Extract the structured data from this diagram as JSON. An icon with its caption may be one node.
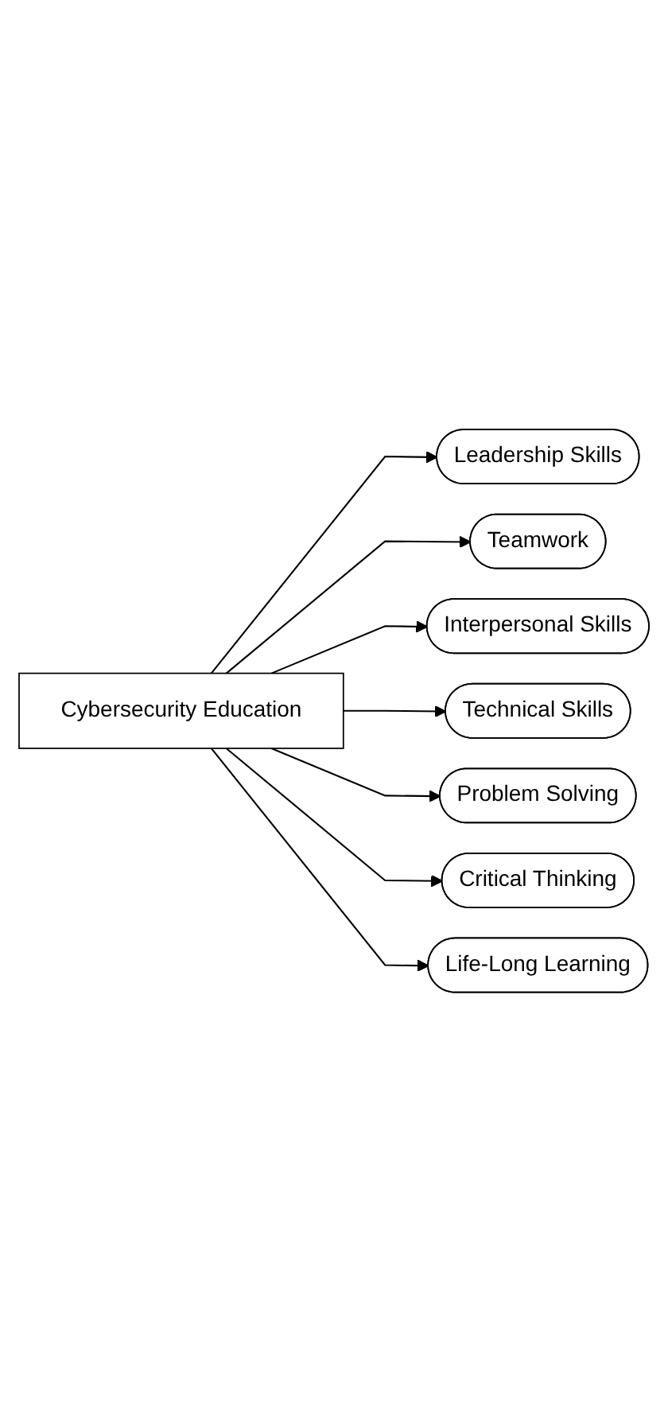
{
  "diagram": {
    "nodes": [
      {
        "text": [
          "Cybersecurity Education"
        ]
      },
      {
        "text": [
          "Leadership Skills"
        ]
      },
      {
        "text": [
          "Teamwork"
        ]
      },
      {
        "text": [
          "Interpersonal Skills"
        ]
      },
      {
        "text": [
          "Technical Skills"
        ]
      },
      {
        "text": [
          "Problem Solving"
        ]
      },
      {
        "text": [
          "Critical Thinking"
        ]
      },
      {
        "text": [
          "Life-Long Learning"
        ]
      }
    ],
    "edges": [
      {
        "from": 0,
        "to": 1,
        "arrow": "to"
      },
      {
        "from": 0,
        "to": 2,
        "arrow": "to"
      },
      {
        "from": 0,
        "to": 3,
        "arrow": "to"
      },
      {
        "from": 0,
        "to": 4,
        "arrow": "to"
      },
      {
        "from": 0,
        "to": 5,
        "arrow": "to"
      },
      {
        "from": 0,
        "to": 6,
        "arrow": "to"
      },
      {
        "from": 0,
        "to": 7,
        "arrow": "to"
      }
    ]
  }
}
